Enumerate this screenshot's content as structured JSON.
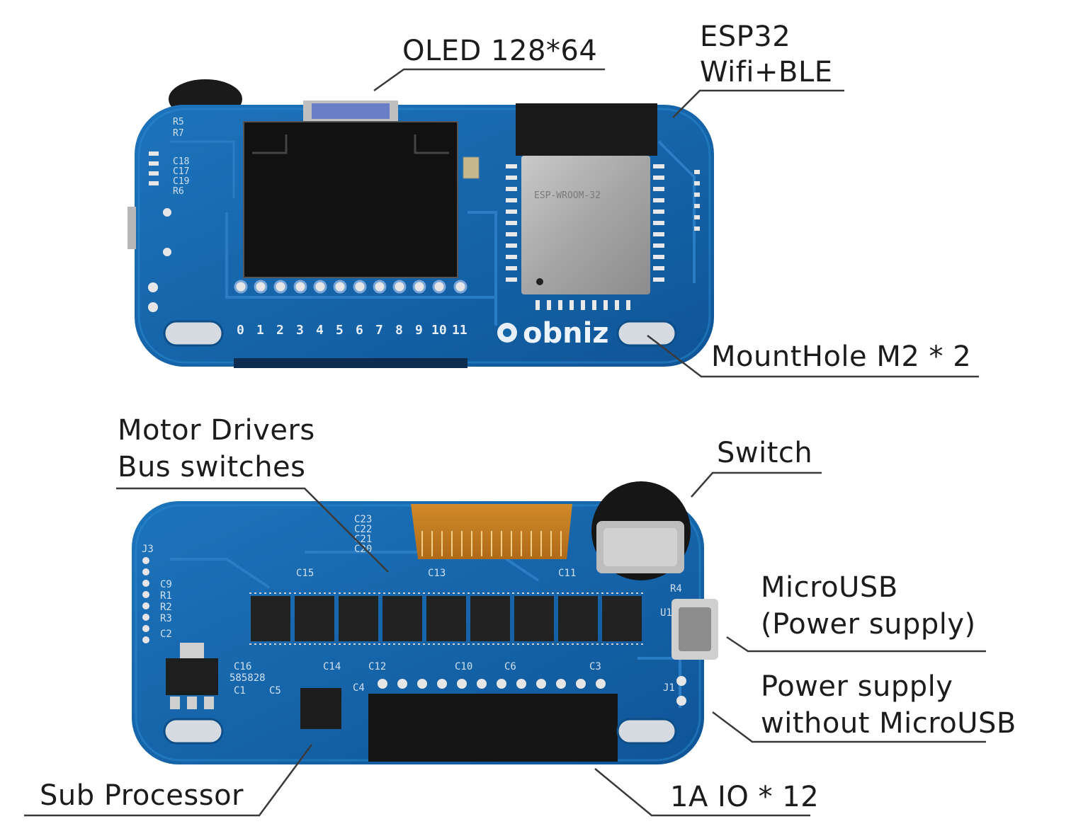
{
  "labels": {
    "oled": "OLED 128*64",
    "esp32_line1": "ESP32",
    "esp32_line2": "Wifi+BLE",
    "mounthole": "MountHole M2 * 2",
    "motor_line1": "Motor Drivers",
    "motor_line2": "Bus switches",
    "switch": "Switch",
    "microusb_line1": "MicroUSB",
    "microusb_line2": "(Power supply)",
    "power_line1": "Power supply",
    "power_line2": "without MicroUSB",
    "subprocessor": "Sub Processor",
    "io": "1A IO * 12"
  },
  "board_front": {
    "brand": "obniz",
    "module": "ESP-WROOM-32",
    "pin_numbers": [
      "0",
      "1",
      "2",
      "3",
      "4",
      "5",
      "6",
      "7",
      "8",
      "9",
      "10",
      "11"
    ],
    "silk_left": [
      "R5",
      "R7",
      "C18",
      "C17",
      "C19",
      "R6"
    ]
  },
  "board_back": {
    "silk_caps_top": [
      "C23",
      "C22",
      "C21",
      "C20"
    ],
    "silk_mid": [
      "C15",
      "C13",
      "C11"
    ],
    "silk_lower": [
      "C14",
      "C12",
      "C10",
      "C6",
      "C3"
    ],
    "silk_left": [
      "C9",
      "R1",
      "R2",
      "R3",
      "C2"
    ],
    "silk_bottom_left": [
      "C16",
      "585828",
      "C1",
      "C5",
      "C4"
    ],
    "silk_right": [
      "R4",
      "U1",
      "J1"
    ],
    "silk_j3": "J3"
  },
  "colors": {
    "pcb": "#1464a8",
    "pcb_light": "#2a86cc",
    "leader_line": "#3a3a3a",
    "text": "#1c1c1c"
  }
}
